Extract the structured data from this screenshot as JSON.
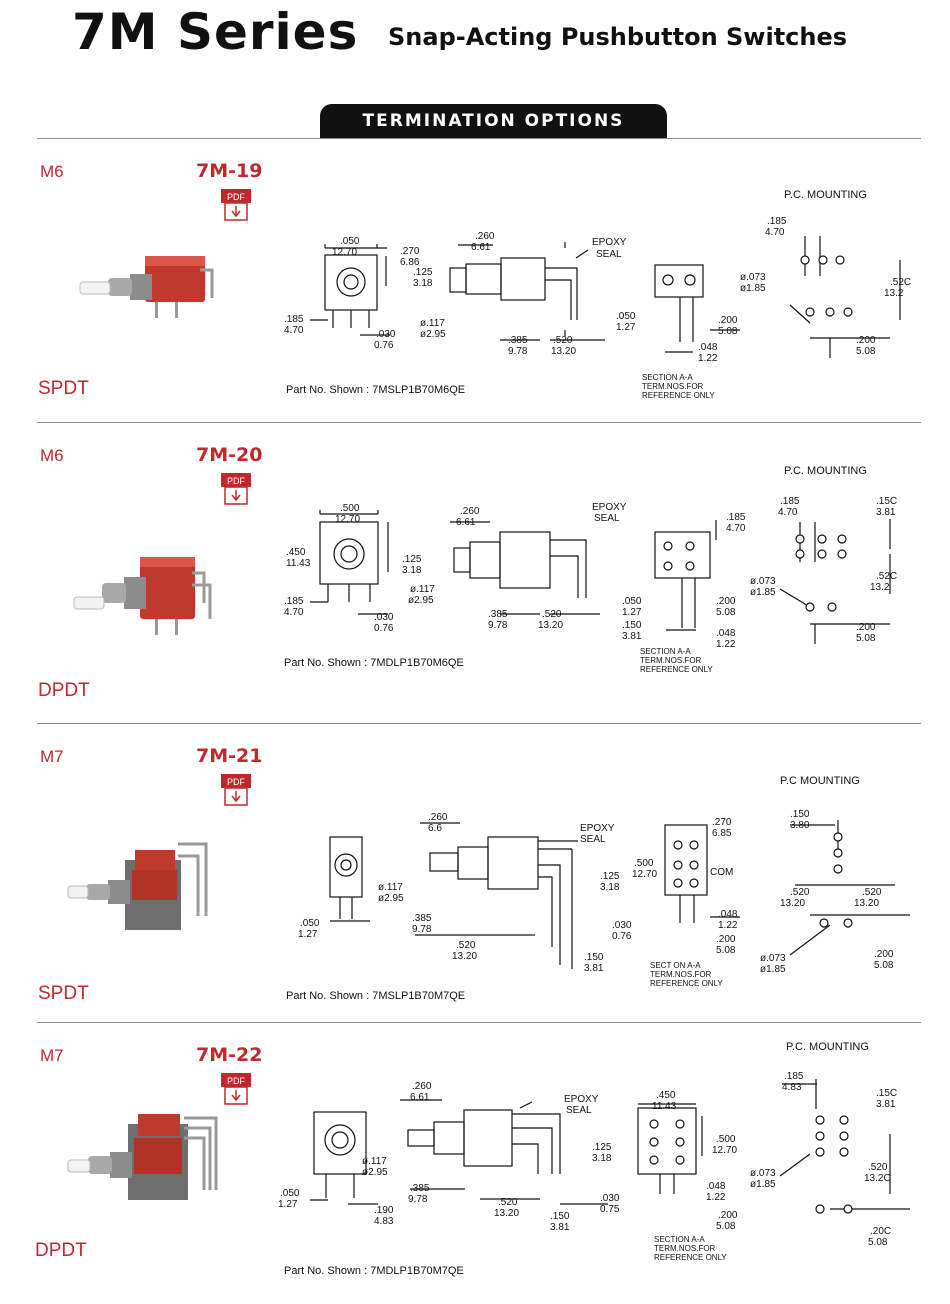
{
  "header": {
    "series": "7M Series",
    "subtitle": "Snap-Acting Pushbutton Switches",
    "tab_label": "TERMINATION OPTIONS"
  },
  "colors": {
    "accent_red": "#c0282c",
    "tab_bg": "#111111"
  },
  "icons": {
    "pdf": "pdf-file-icon"
  },
  "rows": [
    {
      "code": "M6",
      "model": "7M-19",
      "pole": "SPDT",
      "part_no": "Part No. Shown : 7MSLP1B70M6QE",
      "pc_mounting": "P.C. MOUNTING",
      "epoxy": "EPOXY",
      "seal": "SEAL",
      "section": "SECTION A-A",
      "term": "TERM.NOS.FOR",
      "ref": "REFERENCE ONLY",
      "dims": {
        "w1": ".050",
        "w1m": "12.70",
        "h1": ".270",
        "h1m": "6.86",
        "d125": ".125",
        "d125m": "3.18",
        "d185": ".185",
        "d185m": "4.70",
        "d030": ".030",
        "d030m": "0.76",
        "d260": ".260",
        "d260m": "6.61",
        "d117": "ø.117",
        "d117m": "ø2.95",
        "d385": ".385",
        "d385m": "9.78",
        "d520": ".520",
        "d520m": "13.20",
        "d050": ".050",
        "d050m": "1.27",
        "d200": ".200",
        "d200m": "5.08",
        "d048": ".048",
        "d048m": "1.22",
        "pc185": ".185",
        "pc185m": "4.70",
        "pc073": "ø.073",
        "pc073m": "ø1.85",
        "pc520": ".52C",
        "pc520m": "13.2",
        "pc200": ".200",
        "pc200m": "5.08"
      }
    },
    {
      "code": "M6",
      "model": "7M-20",
      "pole": "DPDT",
      "part_no": "Part No. Shown : 7MDLP1B70M6QE",
      "pc_mounting": "P.C. MOUNTING",
      "epoxy": "EPOXY",
      "seal": "SEAL",
      "section": "SECTION A-A",
      "term": "TERM.NOS.FOR",
      "ref": "REFERENCE ONLY",
      "dims": {
        "w1": ".500",
        "w1m": "12.70",
        "h1": ".450",
        "h1m": "11.43",
        "d125": ".125",
        "d125m": "3.18",
        "d185": ".185",
        "d185m": "4.70",
        "d030": ".030",
        "d030m": "0.76",
        "d260": ".260",
        "d260m": "6.61",
        "d117": "ø.117",
        "d117m": "ø2.95",
        "d385": ".385",
        "d385m": "9.78",
        "d520": ".520",
        "d520m": "13.20",
        "d050": ".050",
        "d050m": "1.27",
        "d150": ".150",
        "d150m": "3.81",
        "d200": ".200",
        "d200m": "5.08",
        "d048": ".048",
        "d048m": "1.22",
        "s185": ".185",
        "s185m": "4.70",
        "pc185": ".185",
        "pc185m": "4.70",
        "pc150": ".15C",
        "pc150m": "3.81",
        "pc073": "ø.073",
        "pc073m": "ø1.85",
        "pc520": ".52C",
        "pc520m": "13.2",
        "pc200": ".200",
        "pc200m": "5.08"
      }
    },
    {
      "code": "M7",
      "model": "7M-21",
      "pole": "SPDT",
      "part_no": "Part No. Shown : 7MSLP1B70M7QE",
      "pc_mounting": "P.C MOUNTING",
      "epoxy": "EPOXY",
      "seal": "SEAL",
      "section": "SECT ON A-A",
      "term": "TERM.NOS.FOR",
      "ref": "REFERENCE ONLY",
      "com": "COM",
      "dims": {
        "d260": ".260",
        "d260m": "6.6",
        "d117": "ø.117",
        "d117m": "ø2.95",
        "d050": ".050",
        "d050m": "1.27",
        "d385": ".385",
        "d385m": "9.78",
        "d520": ".520",
        "d520m": "13.20",
        "d125": ".125",
        "d125m": "3.18",
        "d030": ".030",
        "d030m": "0.76",
        "d150": ".150",
        "d150m": "3.81",
        "s270": ".270",
        "s270m": "6.85",
        "s500": ".500",
        "s500m": "12.70",
        "s048": ".048",
        "s048m": "1.22",
        "s200": ".200",
        "s200m": "5.08",
        "pc150": ".150",
        "pc150m": "3.80",
        "pc520": ".520",
        "pc520m": "13.20",
        "pc073": "ø.073",
        "pc073m": "ø1.85",
        "pc200": ".200",
        "pc200m": "5.08"
      }
    },
    {
      "code": "M7",
      "model": "7M-22",
      "pole": "DPDT",
      "part_no": "Part No. Shown : 7MDLP1B70M7QE",
      "pc_mounting": "P.C. MOUNTING",
      "epoxy": "EPOXY",
      "seal": "SEAL",
      "section": "SECTION A-A",
      "term": "TERM.NOS.FOR",
      "ref": "REFERENCE ONLY",
      "dims": {
        "d260": ".260",
        "d260m": "6.61",
        "d117": "ø.117",
        "d117m": "ø2.95",
        "d050": ".050",
        "d050m": "1.27",
        "d190": ".190",
        "d190m": "4.83",
        "d385": ".385",
        "d385m": "9.78",
        "d520": ".520",
        "d520m": "13.20",
        "d125": ".125",
        "d125m": "3.18",
        "d150": ".150",
        "d150m": "3.81",
        "d030": ".030",
        "d030m": "0.75",
        "s450": ".450",
        "s450m": "11.43",
        "s500": ".500",
        "s500m": "12.70",
        "s048": ".048",
        "s048m": "1.22",
        "s200": ".200",
        "s200m": "5.08",
        "pc185": ".185",
        "pc185m": "4.83",
        "pc150": ".15C",
        "pc150m": "3.81",
        "pc073": "ø.073",
        "pc073m": "ø1.85",
        "pc520": ".520",
        "pc520m": "13.2C",
        "pc200": ".20C",
        "pc200m": "5.08"
      }
    }
  ]
}
